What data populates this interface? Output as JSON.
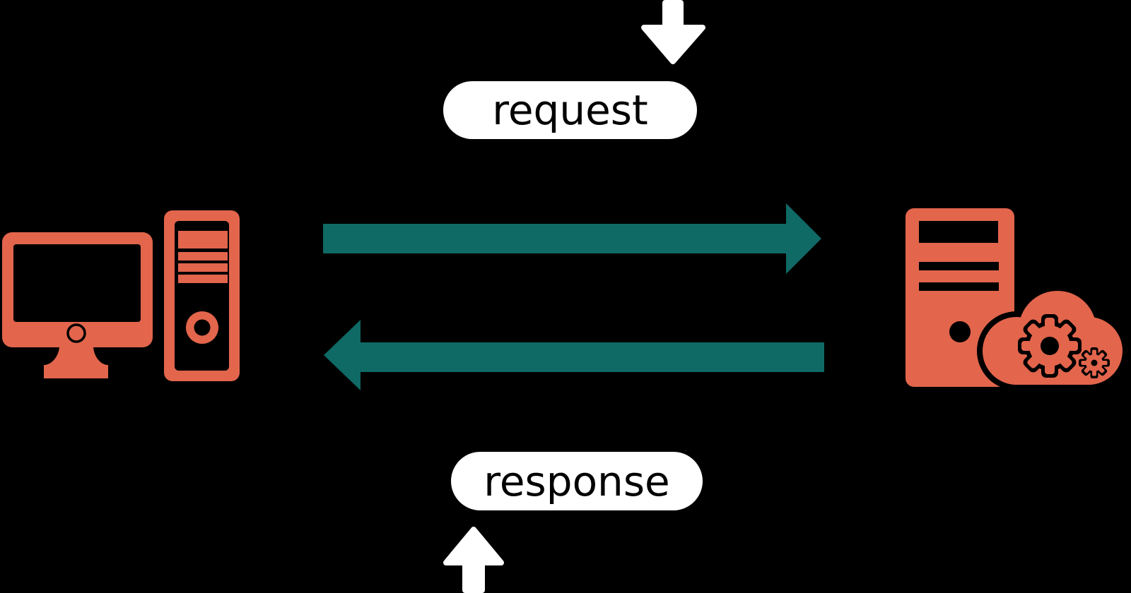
{
  "diagram": {
    "title": "client-server request response flow",
    "nodes": [
      {
        "id": "client",
        "icon": "desktop-computer-icon"
      },
      {
        "id": "server",
        "icon": "server-tower-with-cloud-gears-icon"
      }
    ],
    "flows": [
      {
        "label": "request",
        "direction": "right",
        "from": "client",
        "to": "server"
      },
      {
        "label": "response",
        "direction": "left",
        "from": "server",
        "to": "client"
      }
    ],
    "markers": [
      {
        "icon": "arrow-down-icon",
        "position": "top-center"
      },
      {
        "icon": "arrow-up-icon",
        "position": "bottom-center"
      }
    ]
  },
  "colors": {
    "background": "#000000",
    "device": "#E2654C",
    "arrow": "#0F6965",
    "label_bg": "#FFFFFF",
    "label_text": "#000000"
  }
}
